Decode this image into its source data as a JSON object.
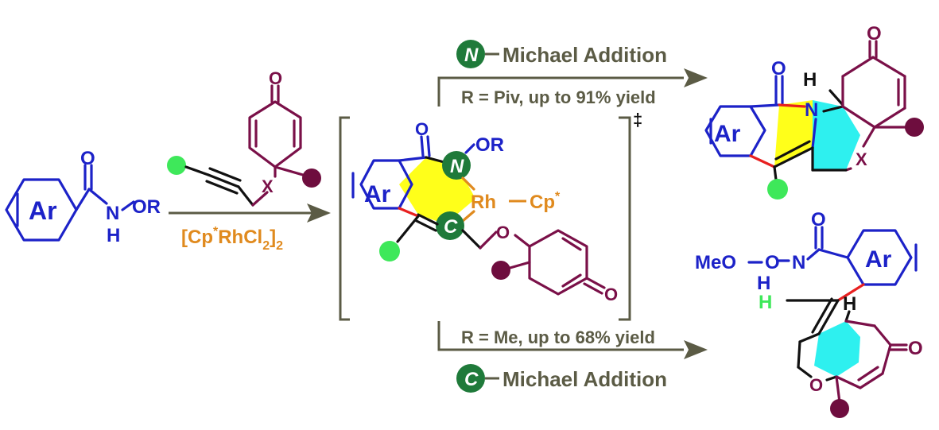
{
  "reactant": {
    "ring_label": "Ar",
    "carbonyl_o": "O",
    "amide_n": "N",
    "amide_h": "H",
    "or_group": "OR"
  },
  "alkyne": {
    "linker_x": "X",
    "ketone_o": "O"
  },
  "catalyst": {
    "prefix": "[Cp",
    "star": "*",
    "mid": "RhCl",
    "sub2": "2",
    "suffix": "]",
    "outer_sub": "2"
  },
  "intermediate": {
    "ring_label": "Ar",
    "carbonyl_o": "O",
    "n_atom": "N",
    "or_group": "OR",
    "rh": "Rh",
    "dash": "—",
    "cp": "Cp",
    "cp_star": "*",
    "c_atom": "C",
    "ether_o": "O",
    "ketone_o": "O",
    "ts_mark": "‡"
  },
  "top_path": {
    "badge": "N",
    "title": "Michael Addition",
    "condition": "R = Piv, up to 91% yield"
  },
  "bottom_path": {
    "badge": "C",
    "title": "Michael Addition",
    "condition": "R = Me, up to 68% yield"
  },
  "product_top": {
    "ring_label": "Ar",
    "carbonyl_o": "O",
    "n_atom": "N",
    "h_atom": "H",
    "ketone_o": "O",
    "linker_x": "X"
  },
  "product_bottom": {
    "ring_label": "Ar",
    "carbonyl_o": "O",
    "meo": "MeO",
    "n_atom": "N",
    "h_atom": "H",
    "vinyl_h": "H",
    "ring_h": "H",
    "ring_o": "O",
    "ketone_o": "O"
  },
  "colors": {
    "heteroatom_blue": "#1c22c8",
    "dienone_purple": "#7a1048",
    "rhodium_orange": "#e08a1e",
    "arrow_olive": "#5b5b45",
    "metallacycle_yellow": "#ffff1a",
    "new_ring_cyan": "#2ef0ef",
    "substituent_green": "#3ee85a",
    "badge_green": "#1f7a3a",
    "methyl_dot": "#6e0d3e"
  }
}
